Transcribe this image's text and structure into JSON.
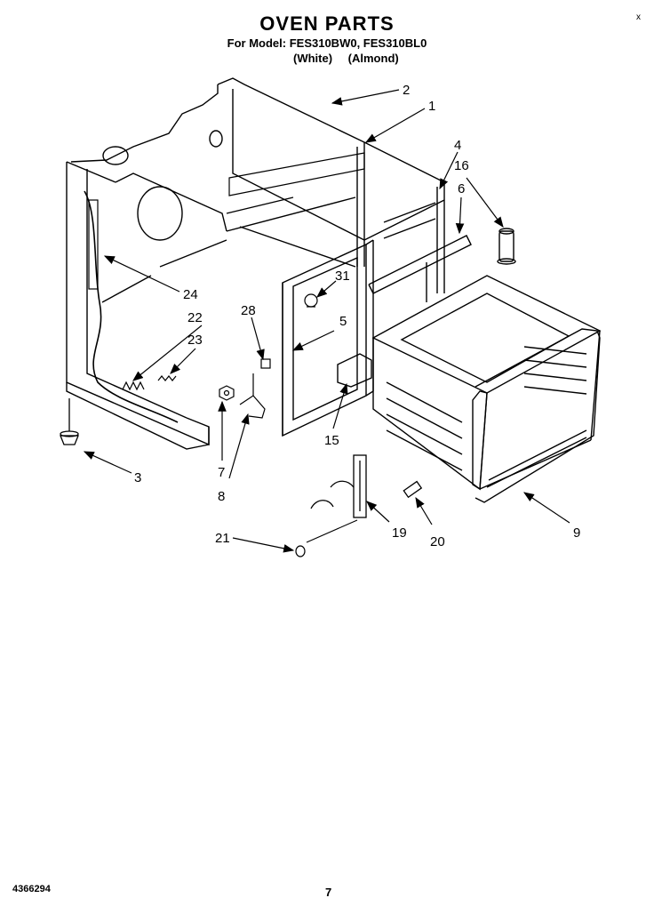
{
  "header": {
    "title": "OVEN PARTS",
    "model_line": "For Model: FES310BW0, FES310BL0",
    "variant_white": "(White)",
    "variant_almond": "(Almond)"
  },
  "callouts": [
    "1",
    "2",
    "3",
    "4",
    "5",
    "6",
    "7",
    "8",
    "9",
    "15",
    "16",
    "19",
    "20",
    "21",
    "22",
    "23",
    "24",
    "28",
    "31"
  ],
  "footer": {
    "doc_number": "4366294",
    "page_number": "7"
  },
  "corner_mark": "x"
}
